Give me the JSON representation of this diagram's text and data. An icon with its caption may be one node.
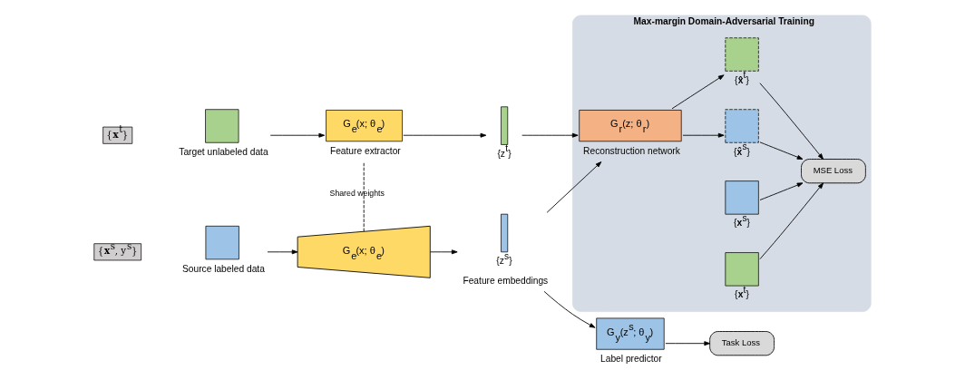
{
  "diagram": {
    "nodes": [
      {
        "text": [],
        "shape": "box",
        "beside": [
          "Source labeled data"
        ]
      },
      {
        "text": [
          "G$_{e}$(x; θ$_{e}$)"
        ]
      },
      {
        "text": [],
        "shape": "bar",
        "beside": [
          "{z$^{s}$}",
          "Feature embeddings"
        ]
      },
      {
        "text": [
          "G$_{y}$(z$^{s}$; θ$_{y}$)"
        ],
        "beside": [
          "Label predictor"
        ]
      },
      {
        "text": [
          "Task Loss"
        ]
      },
      {
        "text": [],
        "shape": "box",
        "beside": [
          "Target unlabeled data"
        ]
      },
      {
        "text": [
          "G$_{e}$(x; θ$_{e}$)"
        ],
        "beside": [
          "Feature extractor"
        ]
      },
      {
        "text": [],
        "shape": "bar",
        "beside": [
          "{z$^{t}$}"
        ]
      },
      {
        "text": [
          "Max-margin Domain-Adversarial Training"
        ]
      },
      {
        "text": [
          "G$_{r}$(z; θ$_{r}$)"
        ],
        "in": 8,
        "beside": [
          "Reconstruction network"
        ]
      },
      {
        "text": [],
        "shape": "box",
        "in": 8,
        "beside": [
          "{**x̂**$^{s}$}"
        ]
      },
      {
        "text": [],
        "shape": "box",
        "in": 8,
        "beside": [
          "{**x̂**$^{t}$}"
        ]
      },
      {
        "text": [
          "MSE Loss"
        ],
        "in": 8
      },
      {
        "text": [],
        "shape": "box",
        "in": 8,
        "beside": [
          "{**x**$^{s}$}"
        ]
      },
      {
        "text": [],
        "shape": "box",
        "in": 8,
        "beside": [
          "{**x**$^{t}$}"
        ]
      }
    ],
    "edges": [
      {
        "from": 0,
        "to": 1,
        "arrow": "to"
      },
      {
        "from": 1,
        "to": 2,
        "arrow": "to"
      },
      {
        "from": 2,
        "to": 3,
        "arrow": "to"
      },
      {
        "from": 3,
        "to": 4,
        "arrow": "to"
      },
      {
        "from": 1,
        "to": 6,
        "arrow": "none",
        "style": "dashed",
        "label": "Shared weights"
      },
      {
        "from": 5,
        "to": 6,
        "arrow": "to"
      },
      {
        "from": 6,
        "to": 7,
        "arrow": "to"
      },
      {
        "from": 2,
        "to": 9,
        "arrow": "to"
      },
      {
        "from": 7,
        "to": 9,
        "arrow": "to"
      },
      {
        "from": 9,
        "to": 10,
        "arrow": "to"
      },
      {
        "from": 9,
        "to": 11,
        "arrow": "to"
      },
      {
        "from": 10,
        "to": 12,
        "arrow": "to"
      },
      {
        "from": 13,
        "to": 12,
        "arrow": "to"
      },
      {
        "from": 11,
        "to": 12,
        "arrow": "to"
      },
      {
        "from": 14,
        "to": 12,
        "arrow": "to"
      }
    ],
    "labels": [
      "{**x**$^{s}$, y$^{s}$}",
      "{**x**$^{t}$}"
    ]
  }
}
